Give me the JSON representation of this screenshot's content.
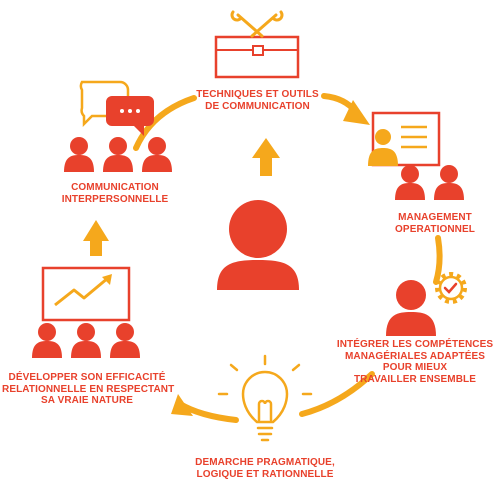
{
  "colors": {
    "primary": "#e8412c",
    "accent": "#f5a81c",
    "background": "#ffffff"
  },
  "center": {
    "icon": "person-icon"
  },
  "nodes": [
    {
      "id": "techniques",
      "icon": "toolbox-icon",
      "lines": [
        "TECHNIQUES ET OUTILS",
        "DE COMMUNICATION"
      ]
    },
    {
      "id": "management",
      "icon": "presentation-board-icon",
      "lines": [
        "MANAGEMENT",
        "OPERATIONNEL"
      ]
    },
    {
      "id": "competences",
      "icon": "person-gear-icon",
      "lines": [
        "INTÉGRER LES COMPÉTENCES",
        "MANAGÉRIALES ADAPTÉES",
        "POUR MIEUX",
        "TRAVAILLER ENSEMBLE"
      ]
    },
    {
      "id": "demarche",
      "icon": "lightbulb-icon",
      "lines": [
        "DEMARCHE PRAGMATIQUE,",
        "LOGIQUE ET RATIONNELLE"
      ]
    },
    {
      "id": "efficacite",
      "icon": "growth-chart-icon",
      "lines": [
        "DÉVELOPPER SON EFFICACITÉ",
        "RELATIONNELLE EN RESPECTANT",
        "SA VRAIE NATURE"
      ]
    },
    {
      "id": "communication",
      "icon": "speech-bubbles-icon",
      "lines": [
        "COMMUNICATION",
        "INTERPERSONNELLE"
      ]
    }
  ]
}
